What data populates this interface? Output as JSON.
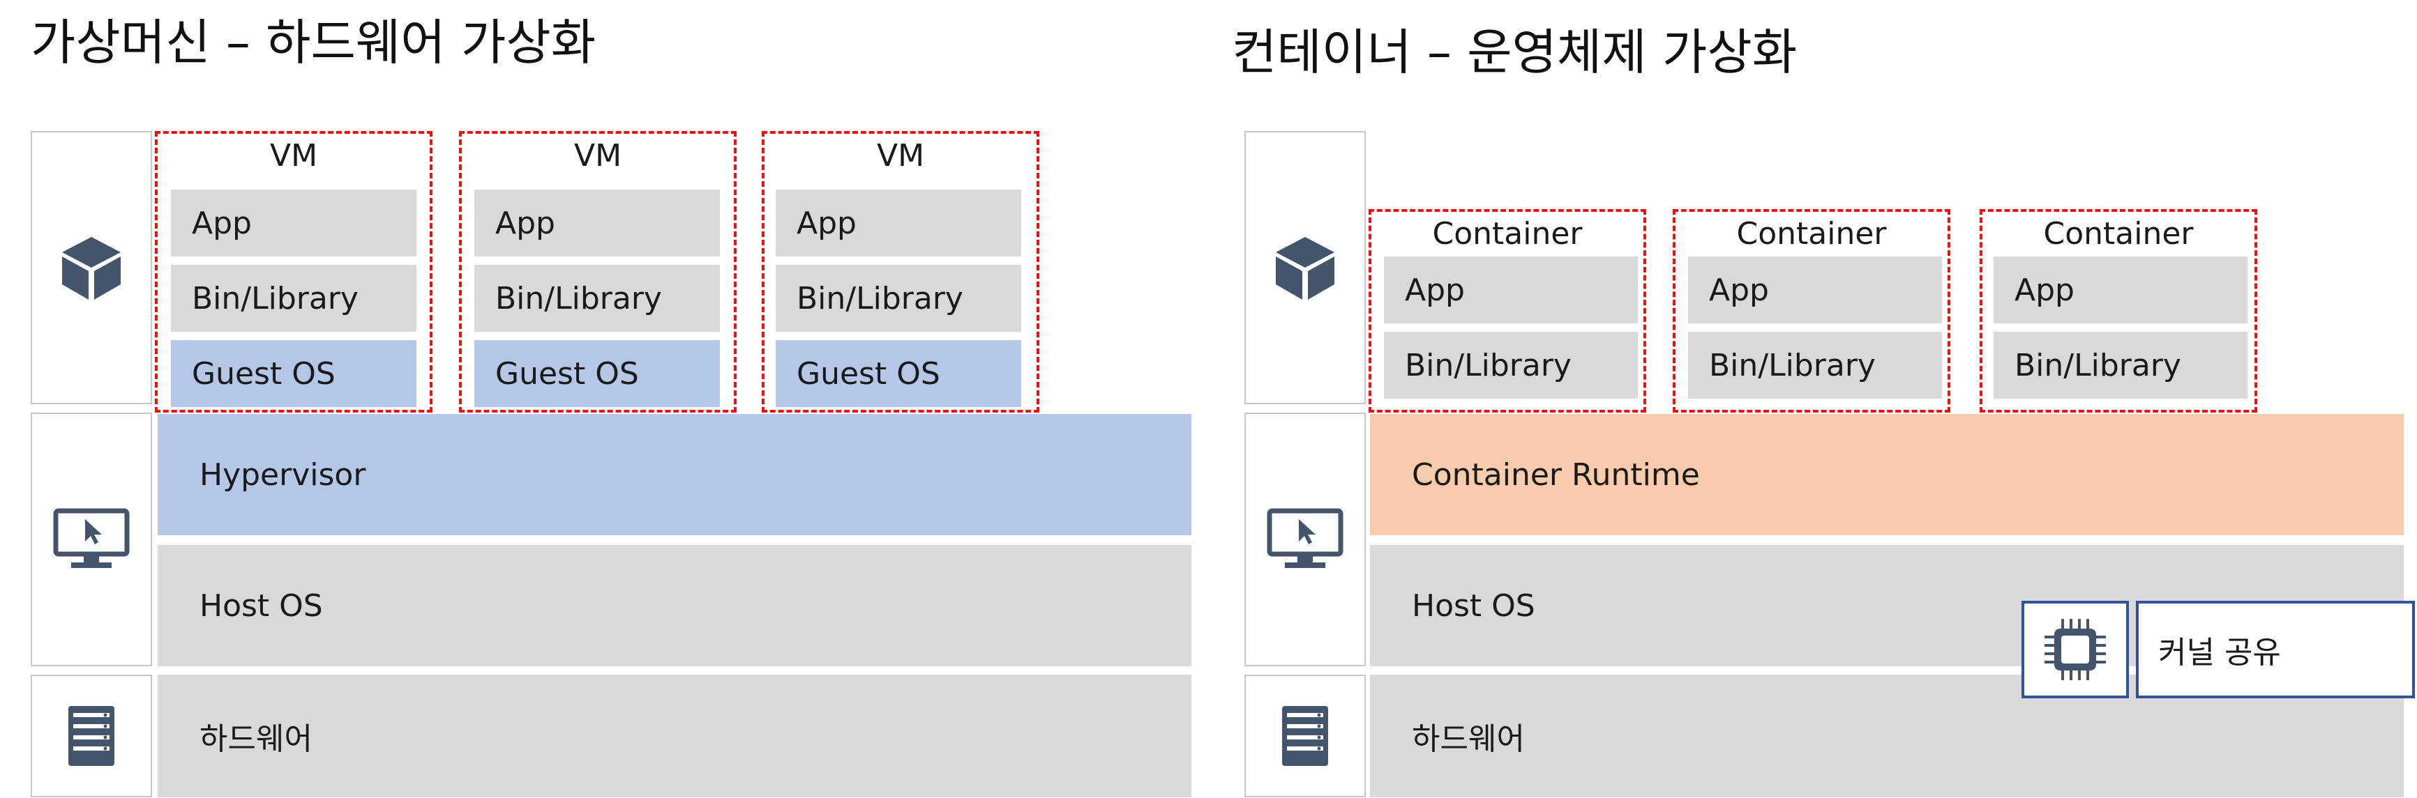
{
  "vm_panel": {
    "title": "가상머신 – 하드웨어 가상화",
    "vms": [
      {
        "label": "VM",
        "app": "App",
        "bin": "Bin/Library",
        "os": "Guest OS"
      },
      {
        "label": "VM",
        "app": "App",
        "bin": "Bin/Library",
        "os": "Guest OS"
      },
      {
        "label": "VM",
        "app": "App",
        "bin": "Bin/Library",
        "os": "Guest OS"
      }
    ],
    "hypervisor": "Hypervisor",
    "host_os": "Host OS",
    "hardware": "하드웨어"
  },
  "container_panel": {
    "title": "컨테이너 – 운영체제 가상화",
    "containers": [
      {
        "label": "Container",
        "app": "App",
        "bin": "Bin/Library"
      },
      {
        "label": "Container",
        "app": "App",
        "bin": "Bin/Library"
      },
      {
        "label": "Container",
        "app": "App",
        "bin": "Bin/Library"
      }
    ],
    "runtime": "Container Runtime",
    "host_os": "Host OS",
    "hardware": "하드웨어",
    "kernel_share": "커널 공유"
  },
  "icons": [
    "cube-icon",
    "monitor-icon",
    "server-icon",
    "chip-icon"
  ],
  "colors": {
    "gray": "#d9d9d9",
    "blue": "#b4c7e7",
    "orange": "#f8cbad",
    "dash_red": "#ee1111",
    "icon_dark": "#44546a",
    "kernel_border": "#2f5597"
  }
}
